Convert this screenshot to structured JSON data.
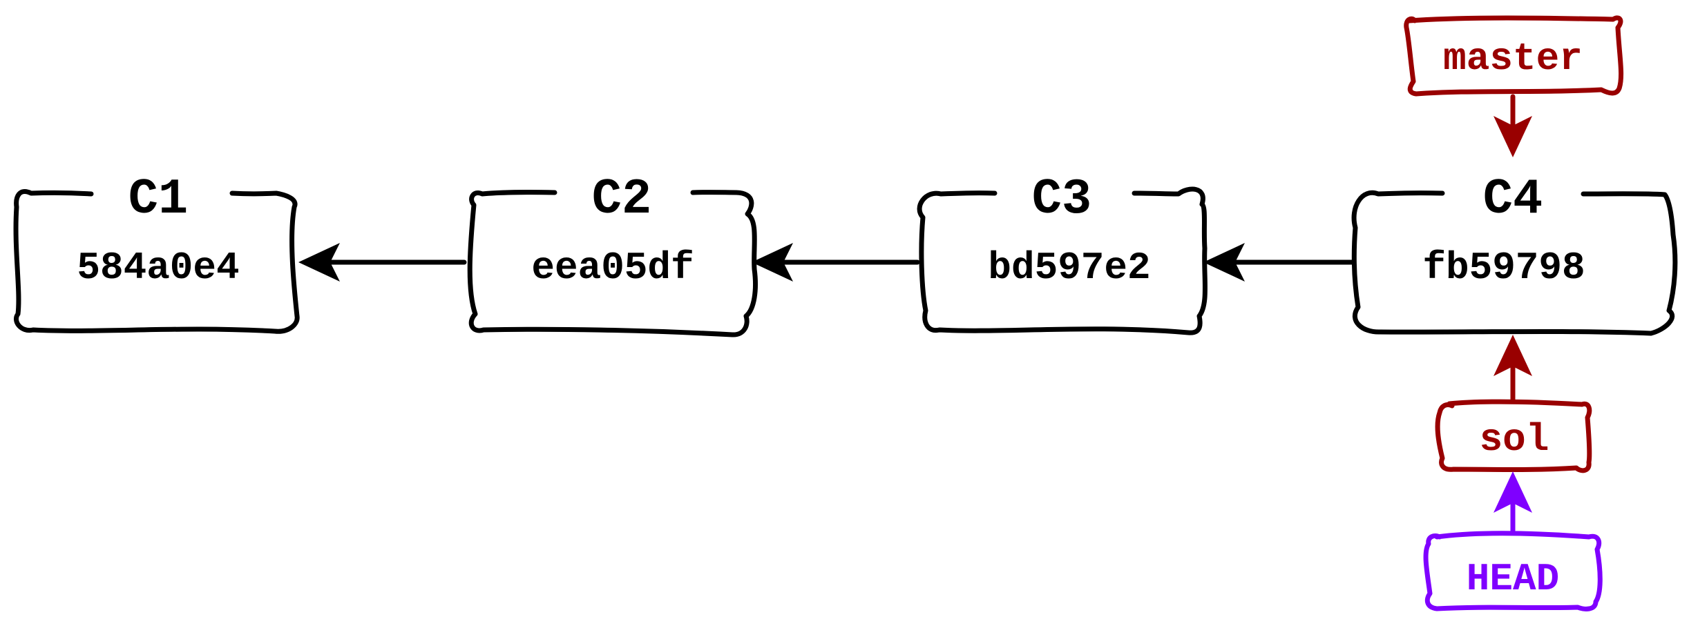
{
  "colors": {
    "commit": "#000000",
    "branch": "#990000",
    "head": "#7f00ff"
  },
  "commits": [
    {
      "id": "C1",
      "hash": "584a0e4"
    },
    {
      "id": "C2",
      "hash": "eea05df"
    },
    {
      "id": "C3",
      "hash": "bd597e2"
    },
    {
      "id": "C4",
      "hash": "fb59798"
    }
  ],
  "refs": {
    "master": {
      "label": "master",
      "points_to": "C4"
    },
    "sol": {
      "label": "sol",
      "points_to": "C4"
    },
    "head": {
      "label": "HEAD",
      "points_to": "sol"
    }
  }
}
